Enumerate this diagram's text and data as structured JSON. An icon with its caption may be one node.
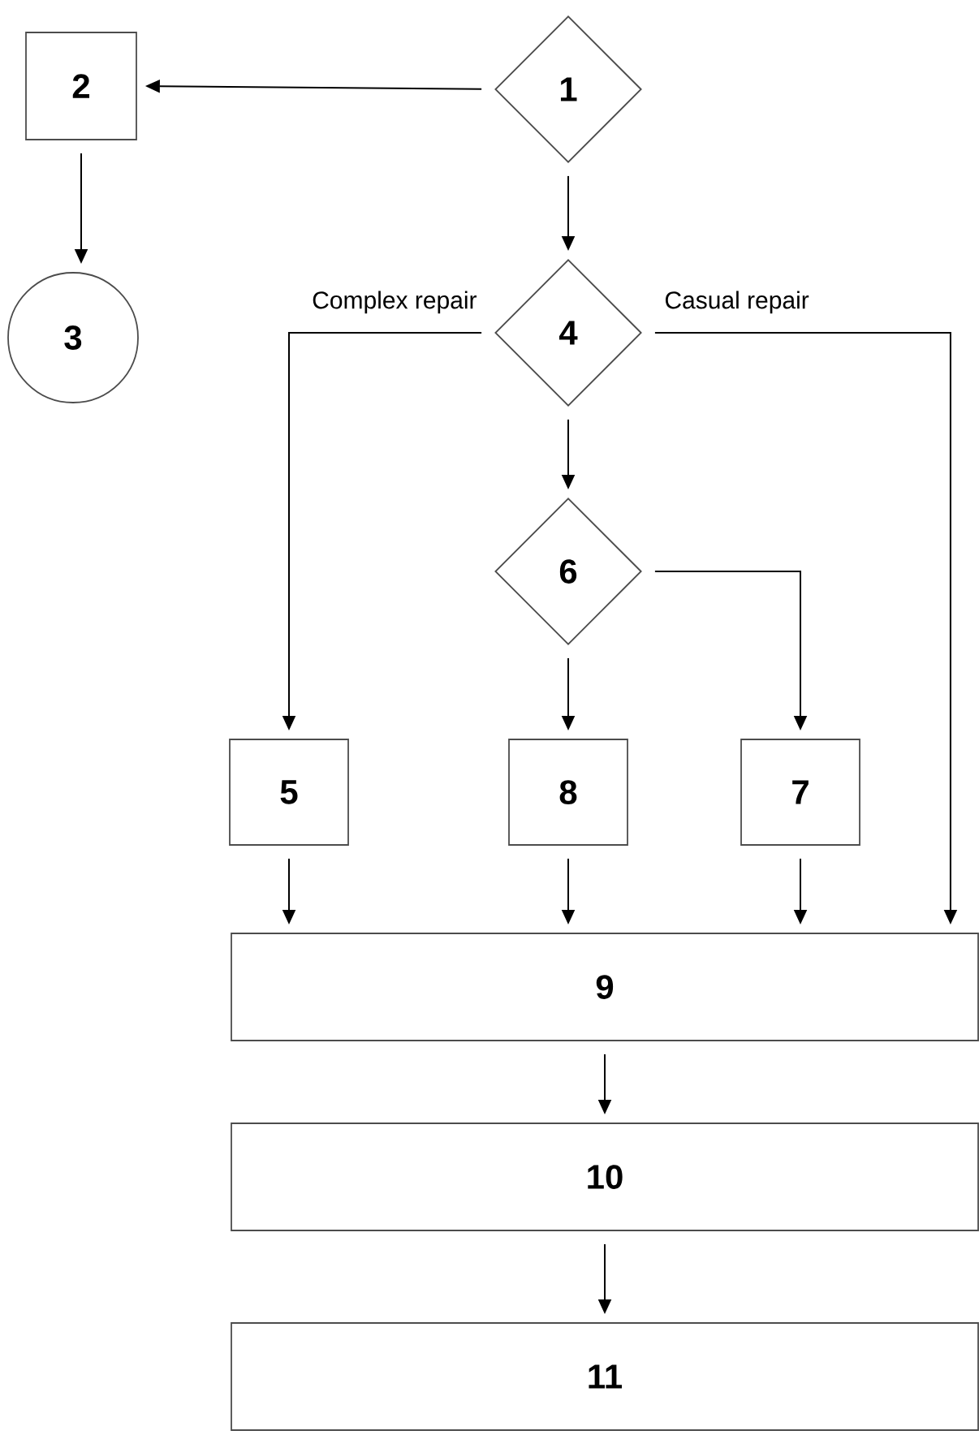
{
  "diagram": {
    "nodes": [
      {
        "text": [
          "1"
        ]
      },
      {
        "text": [
          "2"
        ]
      },
      {
        "text": [
          "3"
        ]
      },
      {
        "text": [
          "4"
        ]
      },
      {
        "text": [
          "5"
        ]
      },
      {
        "text": [
          "6"
        ]
      },
      {
        "text": [
          "8"
        ]
      },
      {
        "text": [
          "7"
        ]
      },
      {
        "text": [
          "9"
        ]
      },
      {
        "text": [
          "10"
        ]
      },
      {
        "text": [
          "11"
        ]
      }
    ],
    "edges": [
      {
        "from": 0,
        "to": 1,
        "arrow": "to"
      },
      {
        "from": 1,
        "to": 2,
        "arrow": "to"
      },
      {
        "from": 0,
        "to": 3,
        "arrow": "to"
      },
      {
        "from": 3,
        "to": 4,
        "arrow": "to",
        "label": "Complex repair"
      },
      {
        "from": 3,
        "to": 8,
        "arrow": "to",
        "label": "Casual repair"
      },
      {
        "from": 3,
        "to": 5,
        "arrow": "to"
      },
      {
        "from": 5,
        "to": 6,
        "arrow": "to"
      },
      {
        "from": 5,
        "to": 7,
        "arrow": "to"
      },
      {
        "from": 4,
        "to": 8,
        "arrow": "to"
      },
      {
        "from": 6,
        "to": 8,
        "arrow": "to"
      },
      {
        "from": 7,
        "to": 8,
        "arrow": "to"
      },
      {
        "from": 8,
        "to": 9,
        "arrow": "to"
      },
      {
        "from": 9,
        "to": 10,
        "arrow": "to"
      }
    ]
  }
}
